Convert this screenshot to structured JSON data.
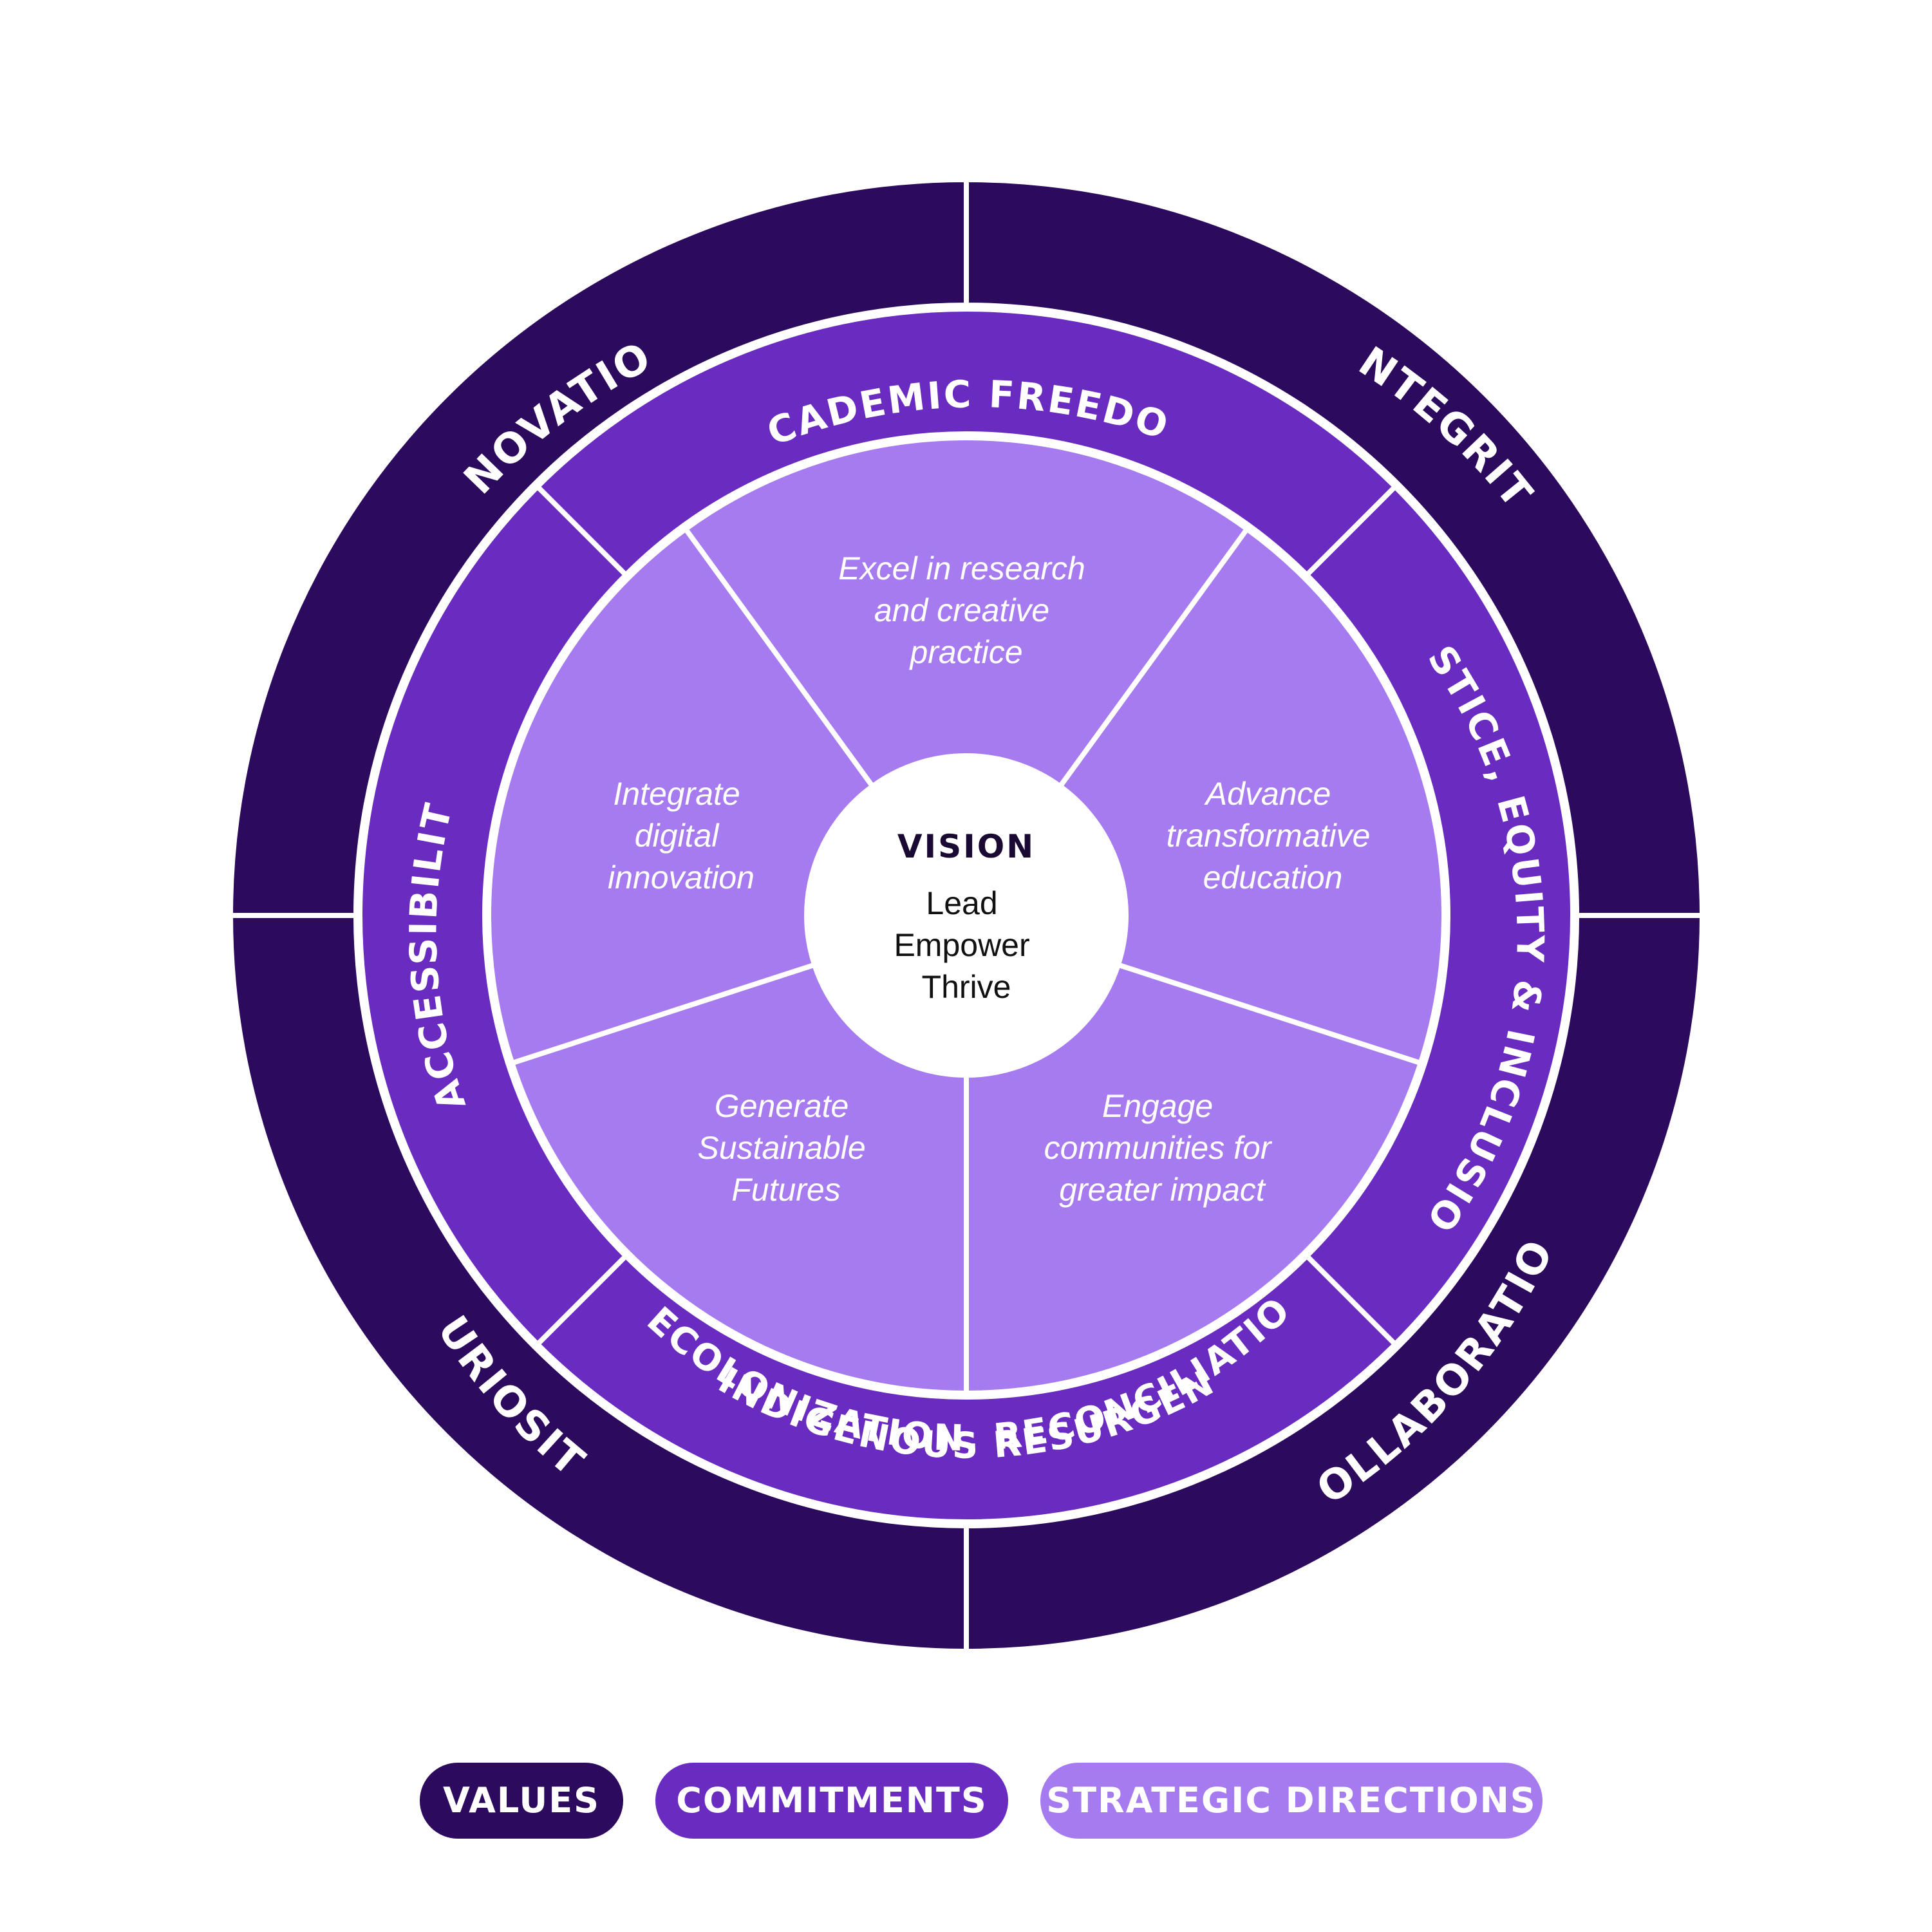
{
  "colors": {
    "values": "#2c0a5e",
    "commitments": "#6a2bc0",
    "strategic_directions": "#a67bef",
    "vision_bg": "#ffffff",
    "divider": "#ffffff"
  },
  "vision": {
    "title": "VISION",
    "lines": [
      "Lead",
      "Empower",
      "Thrive"
    ]
  },
  "values": [
    "INNOVATION",
    "INTEGRITY",
    "COLLABORATION",
    "CURIOSITY"
  ],
  "commitments": [
    "ACADEMIC FREEDOM",
    "JUSTICE, EQUITY & INCLUSION",
    "DECOLONIZATION, RECONCILIATION",
    "& INDIGENOUS RESURGENCE",
    "ACCESSIBILITY"
  ],
  "strategic_directions": [
    [
      "Excel in research",
      "and creative",
      "practice"
    ],
    [
      "Advance",
      "transformative",
      "education"
    ],
    [
      "Engage",
      "communities for",
      "greater impact"
    ],
    [
      "Generate",
      "Sustainable",
      "Futures"
    ],
    [
      "Integrate",
      "digital",
      "innovation"
    ]
  ],
  "legend": [
    {
      "label": "VALUES",
      "color": "#2c0a5e"
    },
    {
      "label": "COMMITMENTS",
      "color": "#6a2bc0"
    },
    {
      "label": "STRATEGIC DIRECTIONS",
      "color": "#a67bef"
    }
  ]
}
